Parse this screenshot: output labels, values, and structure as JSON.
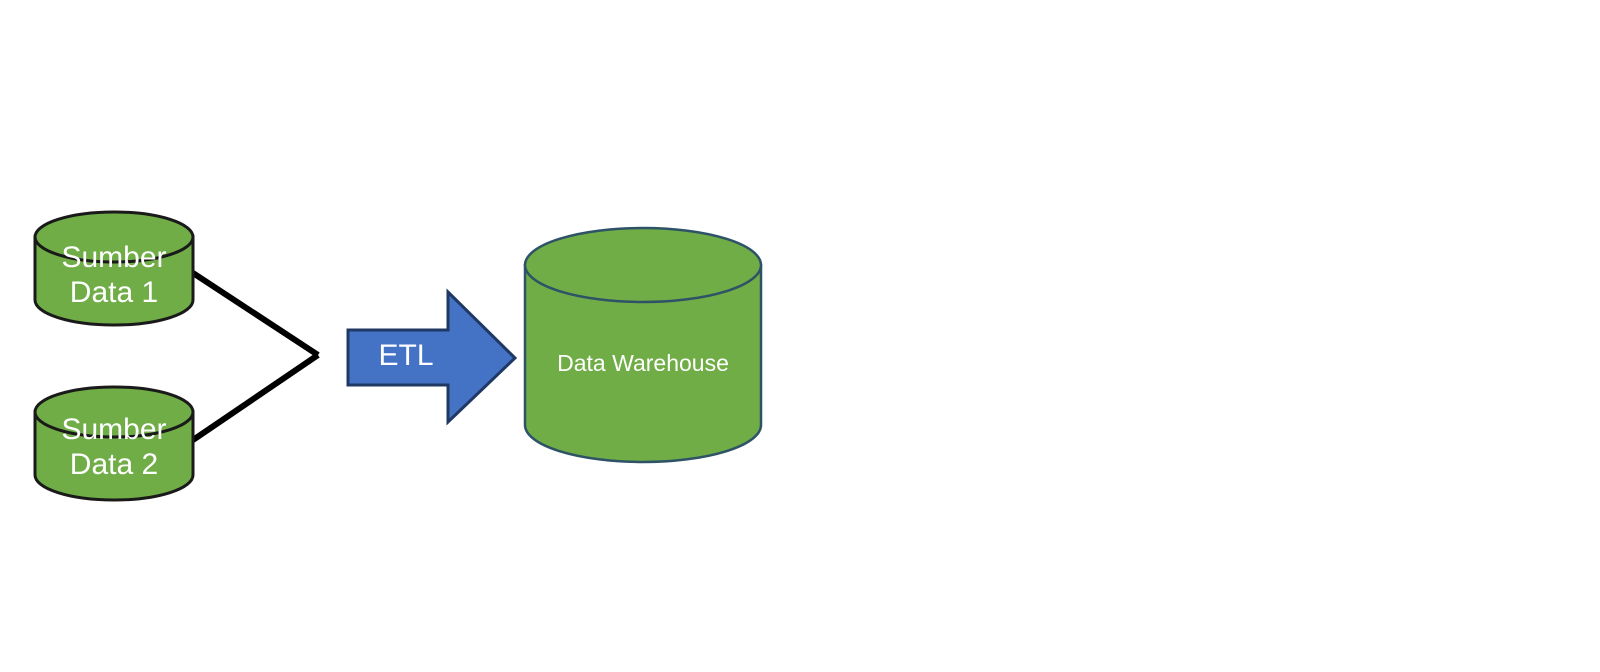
{
  "diagram": {
    "title": "ETL data flow to data warehouse",
    "background_color": "#ffffff",
    "nodes": [
      {
        "id": "source-1",
        "type": "cylinder",
        "label": "Sumber\nData 1",
        "fill_color": "#70AD47",
        "stroke_color": "#1a1a1a",
        "text_color": "#ffffff"
      },
      {
        "id": "source-2",
        "type": "cylinder",
        "label": "Sumber\nData 2",
        "fill_color": "#70AD47",
        "stroke_color": "#1a1a1a",
        "text_color": "#ffffff"
      },
      {
        "id": "etl-arrow",
        "type": "right-arrow",
        "label": "ETL",
        "fill_color": "#4472C4",
        "stroke_color": "#1F3864",
        "text_color": "#ffffff"
      },
      {
        "id": "data-warehouse",
        "type": "cylinder",
        "label": "Data Warehouse",
        "fill_color": "#70AD47",
        "stroke_color": "#2E5266",
        "text_color": "#ffffff"
      }
    ],
    "connectors": [
      {
        "id": "connector-source-1",
        "from": "source-1",
        "to": "etl-arrow",
        "stroke_color": "#000000",
        "stroke_width": 6
      },
      {
        "id": "connector-source-2",
        "from": "source-2",
        "to": "etl-arrow",
        "stroke_color": "#000000",
        "stroke_width": 6
      }
    ]
  }
}
